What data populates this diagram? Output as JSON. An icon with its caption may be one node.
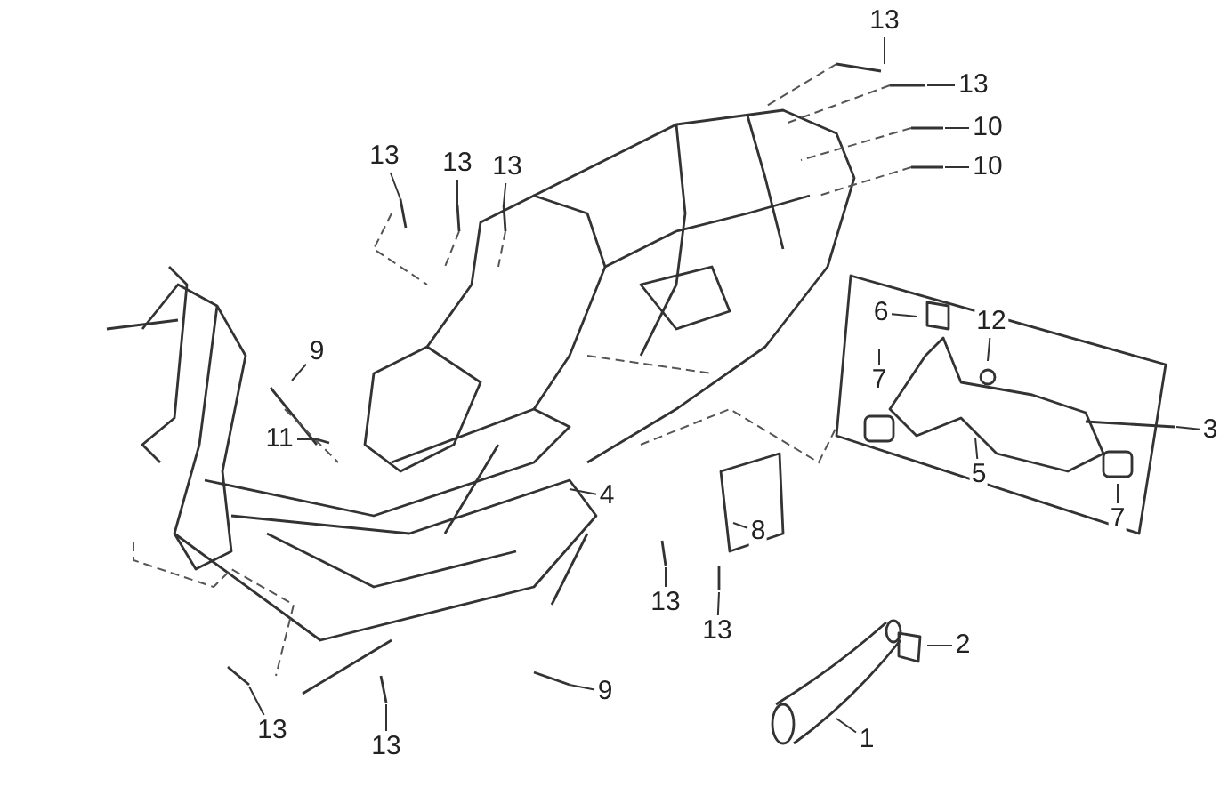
{
  "diagram": {
    "nodes": [
      {
        "text": [
          "13"
        ]
      },
      {
        "text": [
          "13"
        ]
      },
      {
        "text": [
          "10"
        ]
      },
      {
        "text": [
          "10"
        ]
      },
      {
        "text": [
          "13"
        ]
      },
      {
        "text": [
          "13"
        ]
      },
      {
        "text": [
          "13"
        ]
      },
      {
        "text": [
          "6"
        ]
      },
      {
        "text": [
          "12"
        ]
      },
      {
        "text": [
          "9"
        ]
      },
      {
        "text": [
          "11"
        ]
      },
      {
        "text": [
          "7"
        ]
      },
      {
        "text": [
          "3"
        ]
      },
      {
        "text": [
          "5"
        ]
      },
      {
        "text": [
          "7"
        ]
      },
      {
        "text": [
          "4"
        ]
      },
      {
        "text": [
          "8"
        ]
      },
      {
        "text": [
          "13"
        ]
      },
      {
        "text": [
          "13"
        ]
      },
      {
        "text": [
          "2"
        ]
      },
      {
        "text": [
          "9"
        ]
      },
      {
        "text": [
          "1"
        ]
      },
      {
        "text": [
          "13"
        ]
      },
      {
        "text": [
          "13"
        ]
      }
    ],
    "edges": [
      {
        "from": 0,
        "to": null,
        "arrow": "none"
      },
      {
        "from": 1,
        "to": null,
        "arrow": "none"
      },
      {
        "from": 2,
        "to": null,
        "arrow": "none"
      },
      {
        "from": 3,
        "to": null,
        "arrow": "none"
      },
      {
        "from": 4,
        "to": null,
        "arrow": "none"
      },
      {
        "from": 5,
        "to": null,
        "arrow": "none"
      },
      {
        "from": 6,
        "to": null,
        "arrow": "none"
      },
      {
        "from": 7,
        "to": null,
        "arrow": "none"
      },
      {
        "from": 8,
        "to": null,
        "arrow": "none"
      },
      {
        "from": 9,
        "to": null,
        "arrow": "none"
      },
      {
        "from": 10,
        "to": null,
        "arrow": "none"
      },
      {
        "from": 11,
        "to": null,
        "arrow": "none"
      },
      {
        "from": 12,
        "to": null,
        "arrow": "none"
      },
      {
        "from": 13,
        "to": null,
        "arrow": "none"
      },
      {
        "from": 14,
        "to": null,
        "arrow": "none"
      },
      {
        "from": 15,
        "to": null,
        "arrow": "none"
      },
      {
        "from": 16,
        "to": null,
        "arrow": "none"
      },
      {
        "from": 17,
        "to": null,
        "arrow": "none"
      },
      {
        "from": 18,
        "to": null,
        "arrow": "none"
      },
      {
        "from": 19,
        "to": null,
        "arrow": "none"
      },
      {
        "from": 20,
        "to": null,
        "arrow": "none"
      },
      {
        "from": 21,
        "to": null,
        "arrow": "none"
      },
      {
        "from": 22,
        "to": null,
        "arrow": "none"
      },
      {
        "from": 23,
        "to": null,
        "arrow": "none"
      }
    ]
  }
}
